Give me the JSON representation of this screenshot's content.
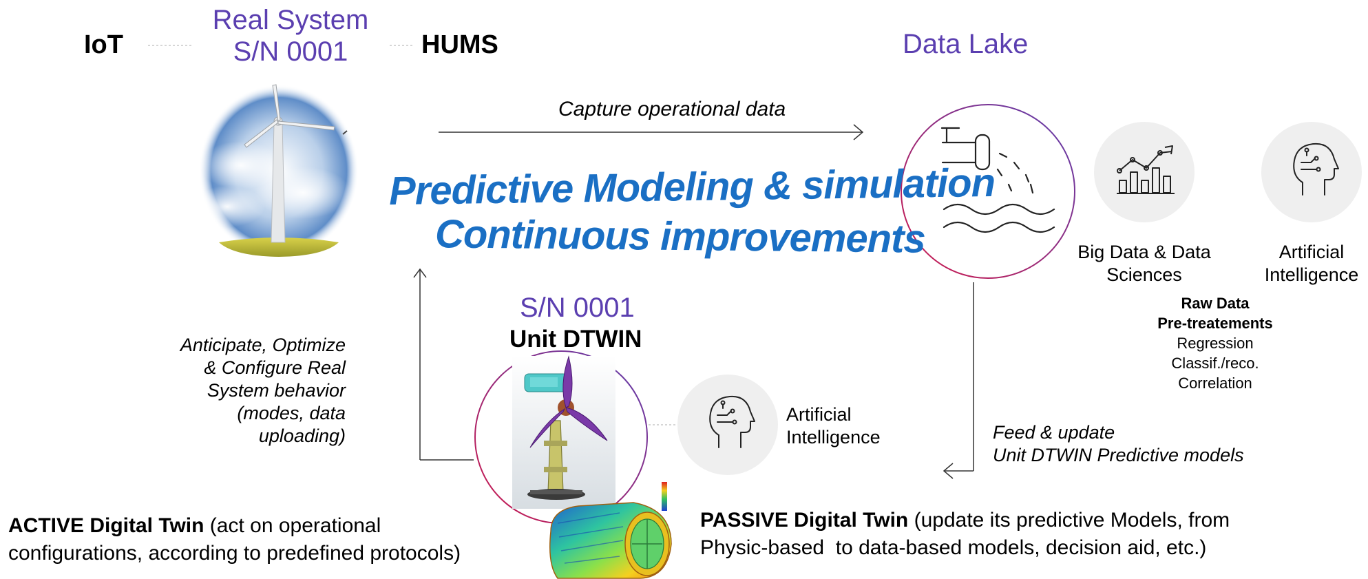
{
  "header": {
    "iot": "IoT",
    "real_system_line1": "Real System",
    "real_system_line2": "S/N 0001",
    "hums": "HUMS",
    "data_lake": "Data Lake"
  },
  "flow": {
    "capture": "Capture operational data",
    "feed_line1": "Feed & update",
    "feed_line2": "Unit DTWIN Predictive models",
    "anticipate_lines": [
      "Anticipate, Optimize",
      "& Configure Real",
      "System behavior",
      "(modes, data",
      "uploading)"
    ]
  },
  "center_title": {
    "line1": "Predictive Modeling & simulation",
    "line2": "Continuous improvements"
  },
  "dtwin": {
    "sn": "S/N 0001",
    "label": "Unit DTWIN"
  },
  "icons": {
    "big_data_line1": "Big Data & Data",
    "big_data_line2": "Sciences",
    "ai_top_line1": "Artificial",
    "ai_top_line2": "Intelligence",
    "ai_bottom_line1": "Artificial",
    "ai_bottom_line2": "Intelligence"
  },
  "data_list": {
    "bold1": "Raw Data",
    "bold2": "Pre-treatements",
    "item1": "Regression",
    "item2": "Classif./reco.",
    "item3": "Correlation"
  },
  "active_twin": {
    "bold": "ACTIVE Digital Twin",
    "rest_line1": " (act on operational",
    "line2": "configurations, according to predefined protocols)"
  },
  "passive_twin": {
    "bold": "PASSIVE Digital Twin",
    "rest_line1": " (update its predictive Models, from",
    "line2": "Physic-based  to data-based models, decision aid, etc.)"
  },
  "colors": {
    "title_blue": "#1a6fc4",
    "purple": "#5b3fb0",
    "circle_red": "#d0184a",
    "icon_bg": "#efefef"
  }
}
